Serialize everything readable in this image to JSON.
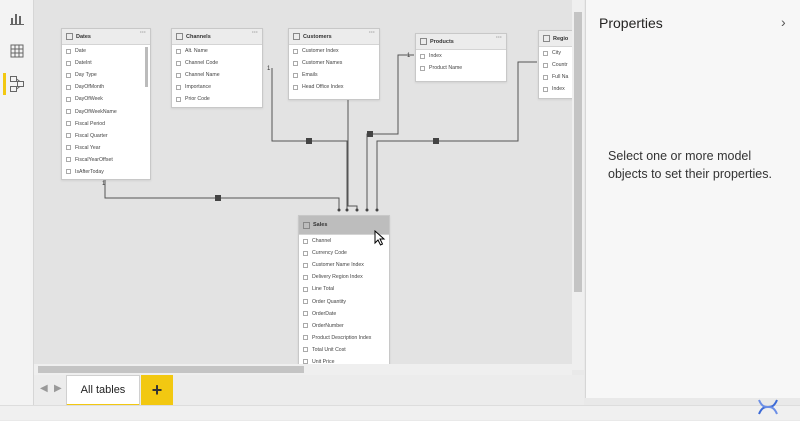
{
  "rail": {
    "items": [
      {
        "name": "report-view-icon"
      },
      {
        "name": "data-view-icon"
      },
      {
        "name": "model-view-icon"
      }
    ]
  },
  "tables": {
    "dates": {
      "title": "Dates",
      "fields": [
        "Date",
        "DateInt",
        "Day Type",
        "DayOfMonth",
        "DayOfWeek",
        "DayOfWeekName",
        "Fiscal Period",
        "Fiscal Quarter",
        "Fiscal Year",
        "FiscalYearOffset",
        "IsAfterToday"
      ]
    },
    "channels": {
      "title": "Channels",
      "fields": [
        "Alt. Name",
        "Channel Code",
        "Channel Name",
        "Importance",
        "Prior Code"
      ]
    },
    "customers": {
      "title": "Customers",
      "fields": [
        "Customer Index",
        "Customer Names",
        "Emails",
        "Head Office Index"
      ]
    },
    "products": {
      "title": "Products",
      "fields": [
        "Index",
        "Product Name"
      ]
    },
    "regions": {
      "title": "Regio",
      "fields": [
        "City",
        "Countr",
        "Full Na",
        "Index"
      ]
    },
    "sales": {
      "title": "Sales",
      "fields": [
        "Channel",
        "Currency Code",
        "Customer Name Index",
        "Delivery Region Index",
        "Line Total",
        "Order Quantity",
        "OrderDate",
        "OrderNumber",
        "Product Description Index",
        "Total Unit Cost",
        "Unit Price"
      ]
    }
  },
  "relationships": {
    "one_label": "1",
    "many_label": "*"
  },
  "tabs": {
    "all_tables": "All tables",
    "add": "+"
  },
  "properties": {
    "title": "Properties",
    "collapse_icon": "chevron-right-icon",
    "message": "Select one or more model objects to set their properties."
  },
  "colors": {
    "accent": "#F2C811",
    "link": "#444444"
  }
}
